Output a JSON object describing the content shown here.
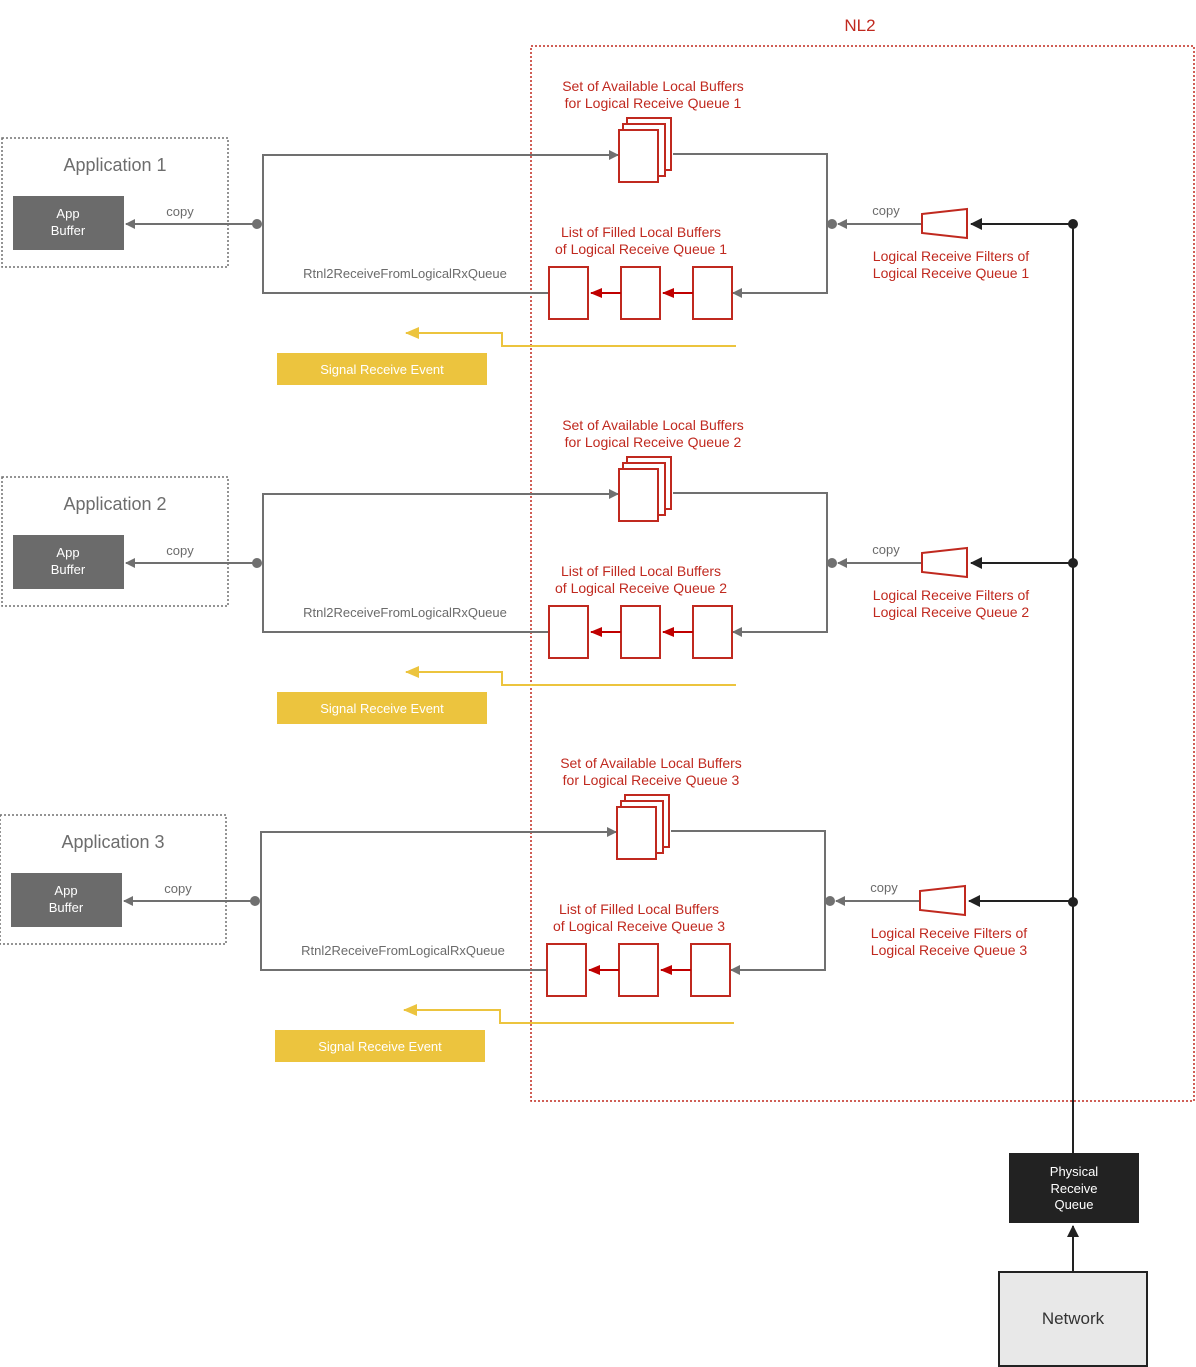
{
  "title": "NL2",
  "colors": {
    "accent_red": "#c0291f",
    "arrow_red": "#c00000",
    "gray_line": "#707070",
    "app_buffer_fill": "#6b6b6b",
    "signal_yellow": "#ecc43e",
    "dark": "#222222",
    "network_fill": "#e8e8e8"
  },
  "sections": [
    {
      "application": "Application 1",
      "app_buffer": [
        "App",
        "Buffer"
      ],
      "copy_left": "copy",
      "function": "Rtnl2ReceiveFromLogicalRxQueue",
      "available_buffers": [
        "Set of Available Local Buffers",
        "for Logical Receive Queue 1"
      ],
      "filled_buffers": [
        "List of Filled Local Buffers",
        "of Logical Receive Queue 1"
      ],
      "copy_right": "copy",
      "filter": [
        "Logical Receive Filters of",
        "Logical Receive Queue 1"
      ],
      "signal": "Signal Receive Event"
    },
    {
      "application": "Application 2",
      "app_buffer": [
        "App",
        "Buffer"
      ],
      "copy_left": "copy",
      "function": "Rtnl2ReceiveFromLogicalRxQueue",
      "available_buffers": [
        "Set of Available Local Buffers",
        "for Logical Receive Queue 2"
      ],
      "filled_buffers": [
        "List of Filled Local Buffers",
        "of Logical Receive Queue 2"
      ],
      "copy_right": "copy",
      "filter": [
        "Logical Receive Filters of",
        "Logical Receive Queue 2"
      ],
      "signal": "Signal Receive Event"
    },
    {
      "application": "Application 3",
      "app_buffer": [
        "App",
        "Buffer"
      ],
      "copy_left": "copy",
      "function": "Rtnl2ReceiveFromLogicalRxQueue",
      "available_buffers": [
        "Set of Available Local Buffers",
        "for Logical Receive Queue 3"
      ],
      "filled_buffers": [
        "List of Filled Local Buffers",
        "of Logical Receive Queue 3"
      ],
      "copy_right": "copy",
      "filter": [
        "Logical Receive Filters of",
        "Logical Receive Queue 3"
      ],
      "signal": "Signal Receive Event"
    }
  ],
  "physical_queue": [
    "Physical",
    "Receive",
    "Queue"
  ],
  "network": "Network"
}
